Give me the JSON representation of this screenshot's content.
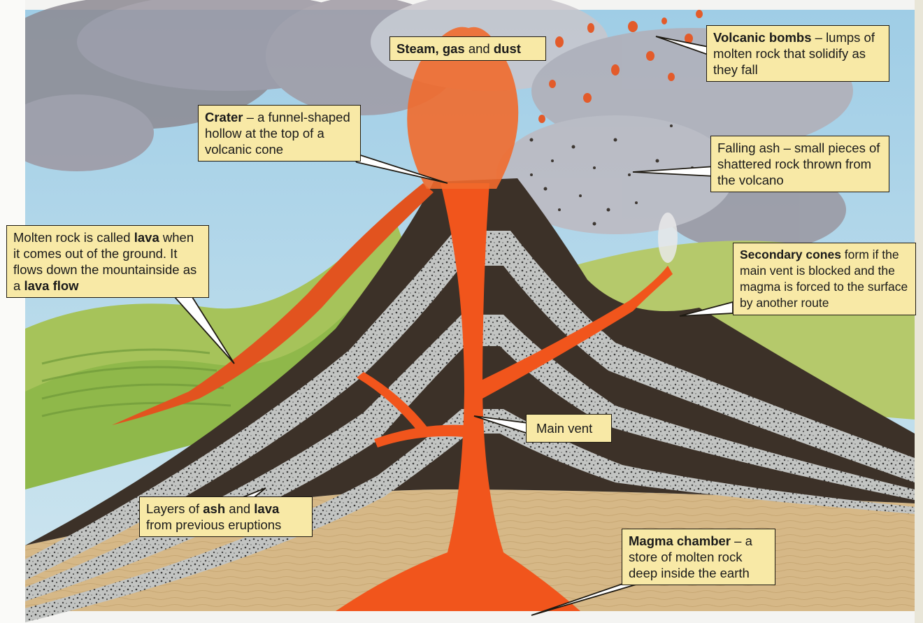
{
  "colors": {
    "sky": "#a9d1e6",
    "lava": "#f1551c",
    "rock_dark": "#3c3128",
    "ash_layer": "#c2c4c2",
    "ground": "#d6b887",
    "hills": "#9fbf52",
    "label_bg": "#f8e9a6"
  },
  "labels": {
    "steam": {
      "segments": [
        {
          "text": "Steam, ",
          "bold": true
        },
        {
          "text": "gas",
          "bold": true
        },
        {
          "text": " and ",
          "bold": false
        },
        {
          "text": "dust",
          "bold": true
        }
      ]
    },
    "bombs": {
      "segments": [
        {
          "text": "Volcanic bombs",
          "bold": true
        },
        {
          "text": " – lumps of molten rock that solidify as they fall",
          "bold": false
        }
      ]
    },
    "crater": {
      "segments": [
        {
          "text": "Crater",
          "bold": true
        },
        {
          "text": " – a funnel-shaped hollow at the top of a volcanic cone",
          "bold": false
        }
      ]
    },
    "ash": {
      "segments": [
        {
          "text": "Falling ash – small pieces of shattered rock thrown from the volcano",
          "bold": false
        }
      ]
    },
    "lava": {
      "segments": [
        {
          "text": "Molten rock is called ",
          "bold": false
        },
        {
          "text": "lava",
          "bold": true
        },
        {
          "text": " when it comes out of the ground. It flows down the mountainside as a ",
          "bold": false
        },
        {
          "text": "lava flow",
          "bold": true
        }
      ]
    },
    "secondary": {
      "segments": [
        {
          "text": "Secondary cones",
          "bold": true
        },
        {
          "text": " form if the main vent is blocked and the magma is forced to the surface by another route",
          "bold": false
        }
      ]
    },
    "vent": {
      "segments": [
        {
          "text": "Main vent",
          "bold": false
        }
      ]
    },
    "layers": {
      "segments": [
        {
          "text": "Layers of ",
          "bold": false
        },
        {
          "text": "ash",
          "bold": true
        },
        {
          "text": " and ",
          "bold": false
        },
        {
          "text": "lava",
          "bold": true
        },
        {
          "text": " from previous eruptions",
          "bold": false
        }
      ]
    },
    "magma": {
      "segments": [
        {
          "text": "Magma chamber",
          "bold": true
        },
        {
          "text": " – a store of molten rock deep inside the earth",
          "bold": false
        }
      ]
    }
  }
}
